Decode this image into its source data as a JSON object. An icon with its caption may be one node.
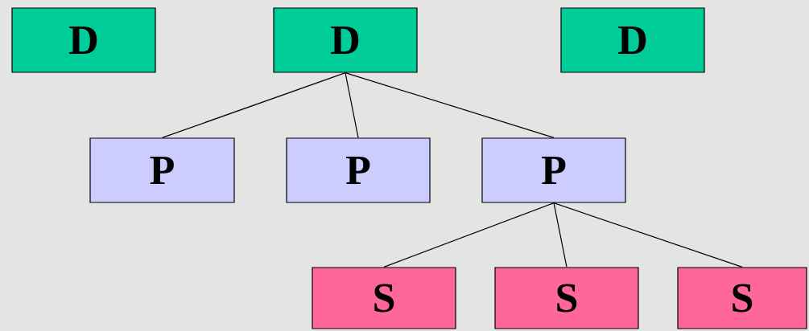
{
  "diagram": {
    "nodes": [
      {
        "text": [
          "D"
        ]
      },
      {
        "text": [
          "D"
        ]
      },
      {
        "text": [
          "D"
        ]
      },
      {
        "text": [
          "P"
        ]
      },
      {
        "text": [
          "P"
        ]
      },
      {
        "text": [
          "P"
        ]
      },
      {
        "text": [
          "S"
        ]
      },
      {
        "text": [
          "S"
        ]
      },
      {
        "text": [
          "S"
        ]
      }
    ],
    "edges": [
      {
        "from": 1,
        "to": 3,
        "arrow": "none"
      },
      {
        "from": 1,
        "to": 4,
        "arrow": "none"
      },
      {
        "from": 1,
        "to": 5,
        "arrow": "none"
      },
      {
        "from": 5,
        "to": 6,
        "arrow": "none"
      },
      {
        "from": 5,
        "to": 7,
        "arrow": "none"
      },
      {
        "from": 5,
        "to": 8,
        "arrow": "none"
      }
    ]
  }
}
